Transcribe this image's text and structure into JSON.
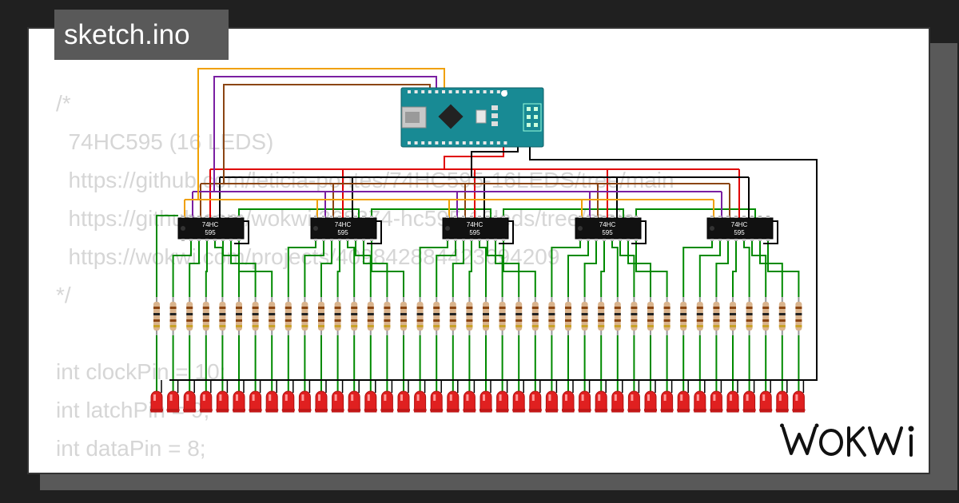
{
  "file_tab": {
    "title": "sketch.ino"
  },
  "code_lines": [
    "/*",
    "  74HC595 (16 LEDS)",
    "  https://github.com/leticia-pontes/74HC595-16LEDS/tree/main",
    "  https://github.com/wokwi/368274-hc595-16leds/tree/main",
    "  https://wokwi.com/projects/409842884423694209",
    "*/",
    "",
    "int clockPin = 10;",
    "int latchPin = 9;",
    "int dataPin = 8;"
  ],
  "shift_registers": [
    {
      "line1": "74HC",
      "line2": "595"
    },
    {
      "line1": "74HC",
      "line2": "595"
    },
    {
      "line1": "74HC",
      "line2": "595"
    },
    {
      "line1": "74HC",
      "line2": "595"
    },
    {
      "line1": "74HC",
      "line2": "595"
    }
  ],
  "led_count": 40,
  "resistor_count": 40,
  "colors": {
    "background": "#202020",
    "card": "#ffffff",
    "tab": "#595959",
    "code_text": "#d6d6d6",
    "arduino_board": "#188a94",
    "wire_orange": "#f0a000",
    "wire_purple": "#7a1fa2",
    "wire_brown": "#8b4513",
    "wire_red": "#e00000",
    "wire_black": "#000000",
    "wire_green": "#008a00",
    "led_red": "#e02020"
  },
  "brand": {
    "logo_text": "WOKWi",
    "icon": "wokwi-logo"
  }
}
